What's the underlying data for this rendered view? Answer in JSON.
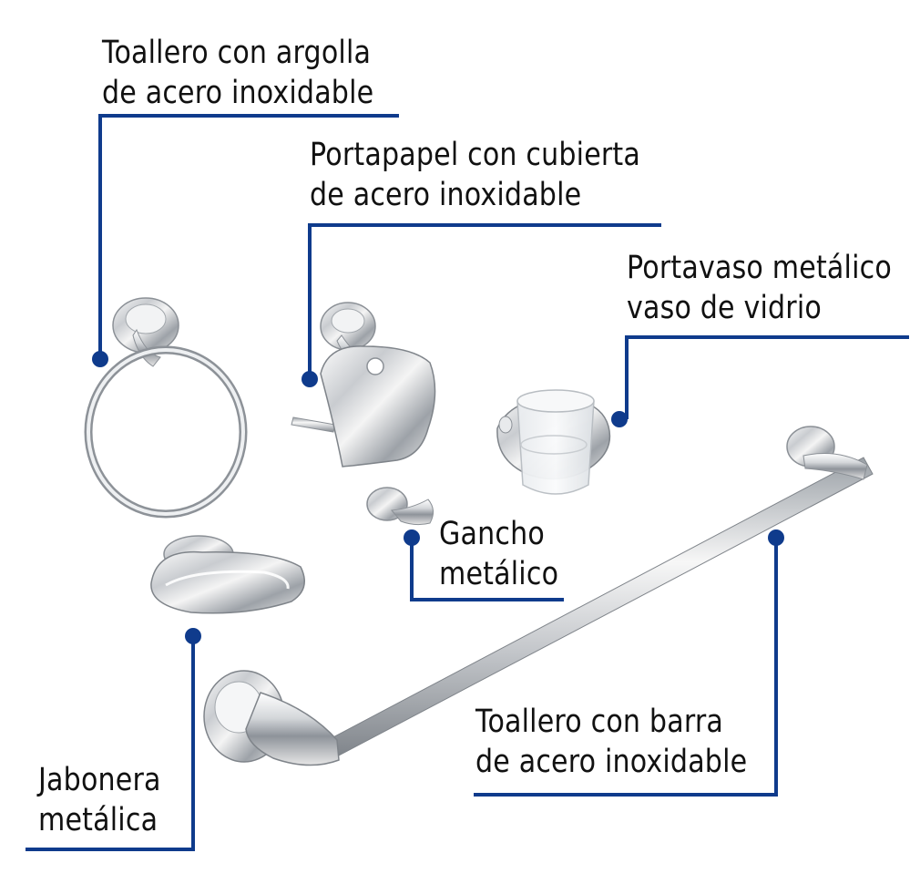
{
  "accent_color": "#0f3b8c",
  "labels": {
    "toallero_argolla": {
      "line1": "Toallero con argolla",
      "line2": "de acero inoxidable"
    },
    "portapapel": {
      "line1": "Portapapel con cubierta",
      "line2": "de acero inoxidable"
    },
    "portavaso": {
      "line1": "Portavaso metálico",
      "line2": "vaso de vidrio"
    },
    "gancho": {
      "line1": "Gancho",
      "line2": "metálico"
    },
    "jabonera": {
      "line1": "Jabonera",
      "line2": "metálica"
    },
    "toallero_barra": {
      "line1": "Toallero con barra",
      "line2": "de acero inoxidable"
    }
  }
}
